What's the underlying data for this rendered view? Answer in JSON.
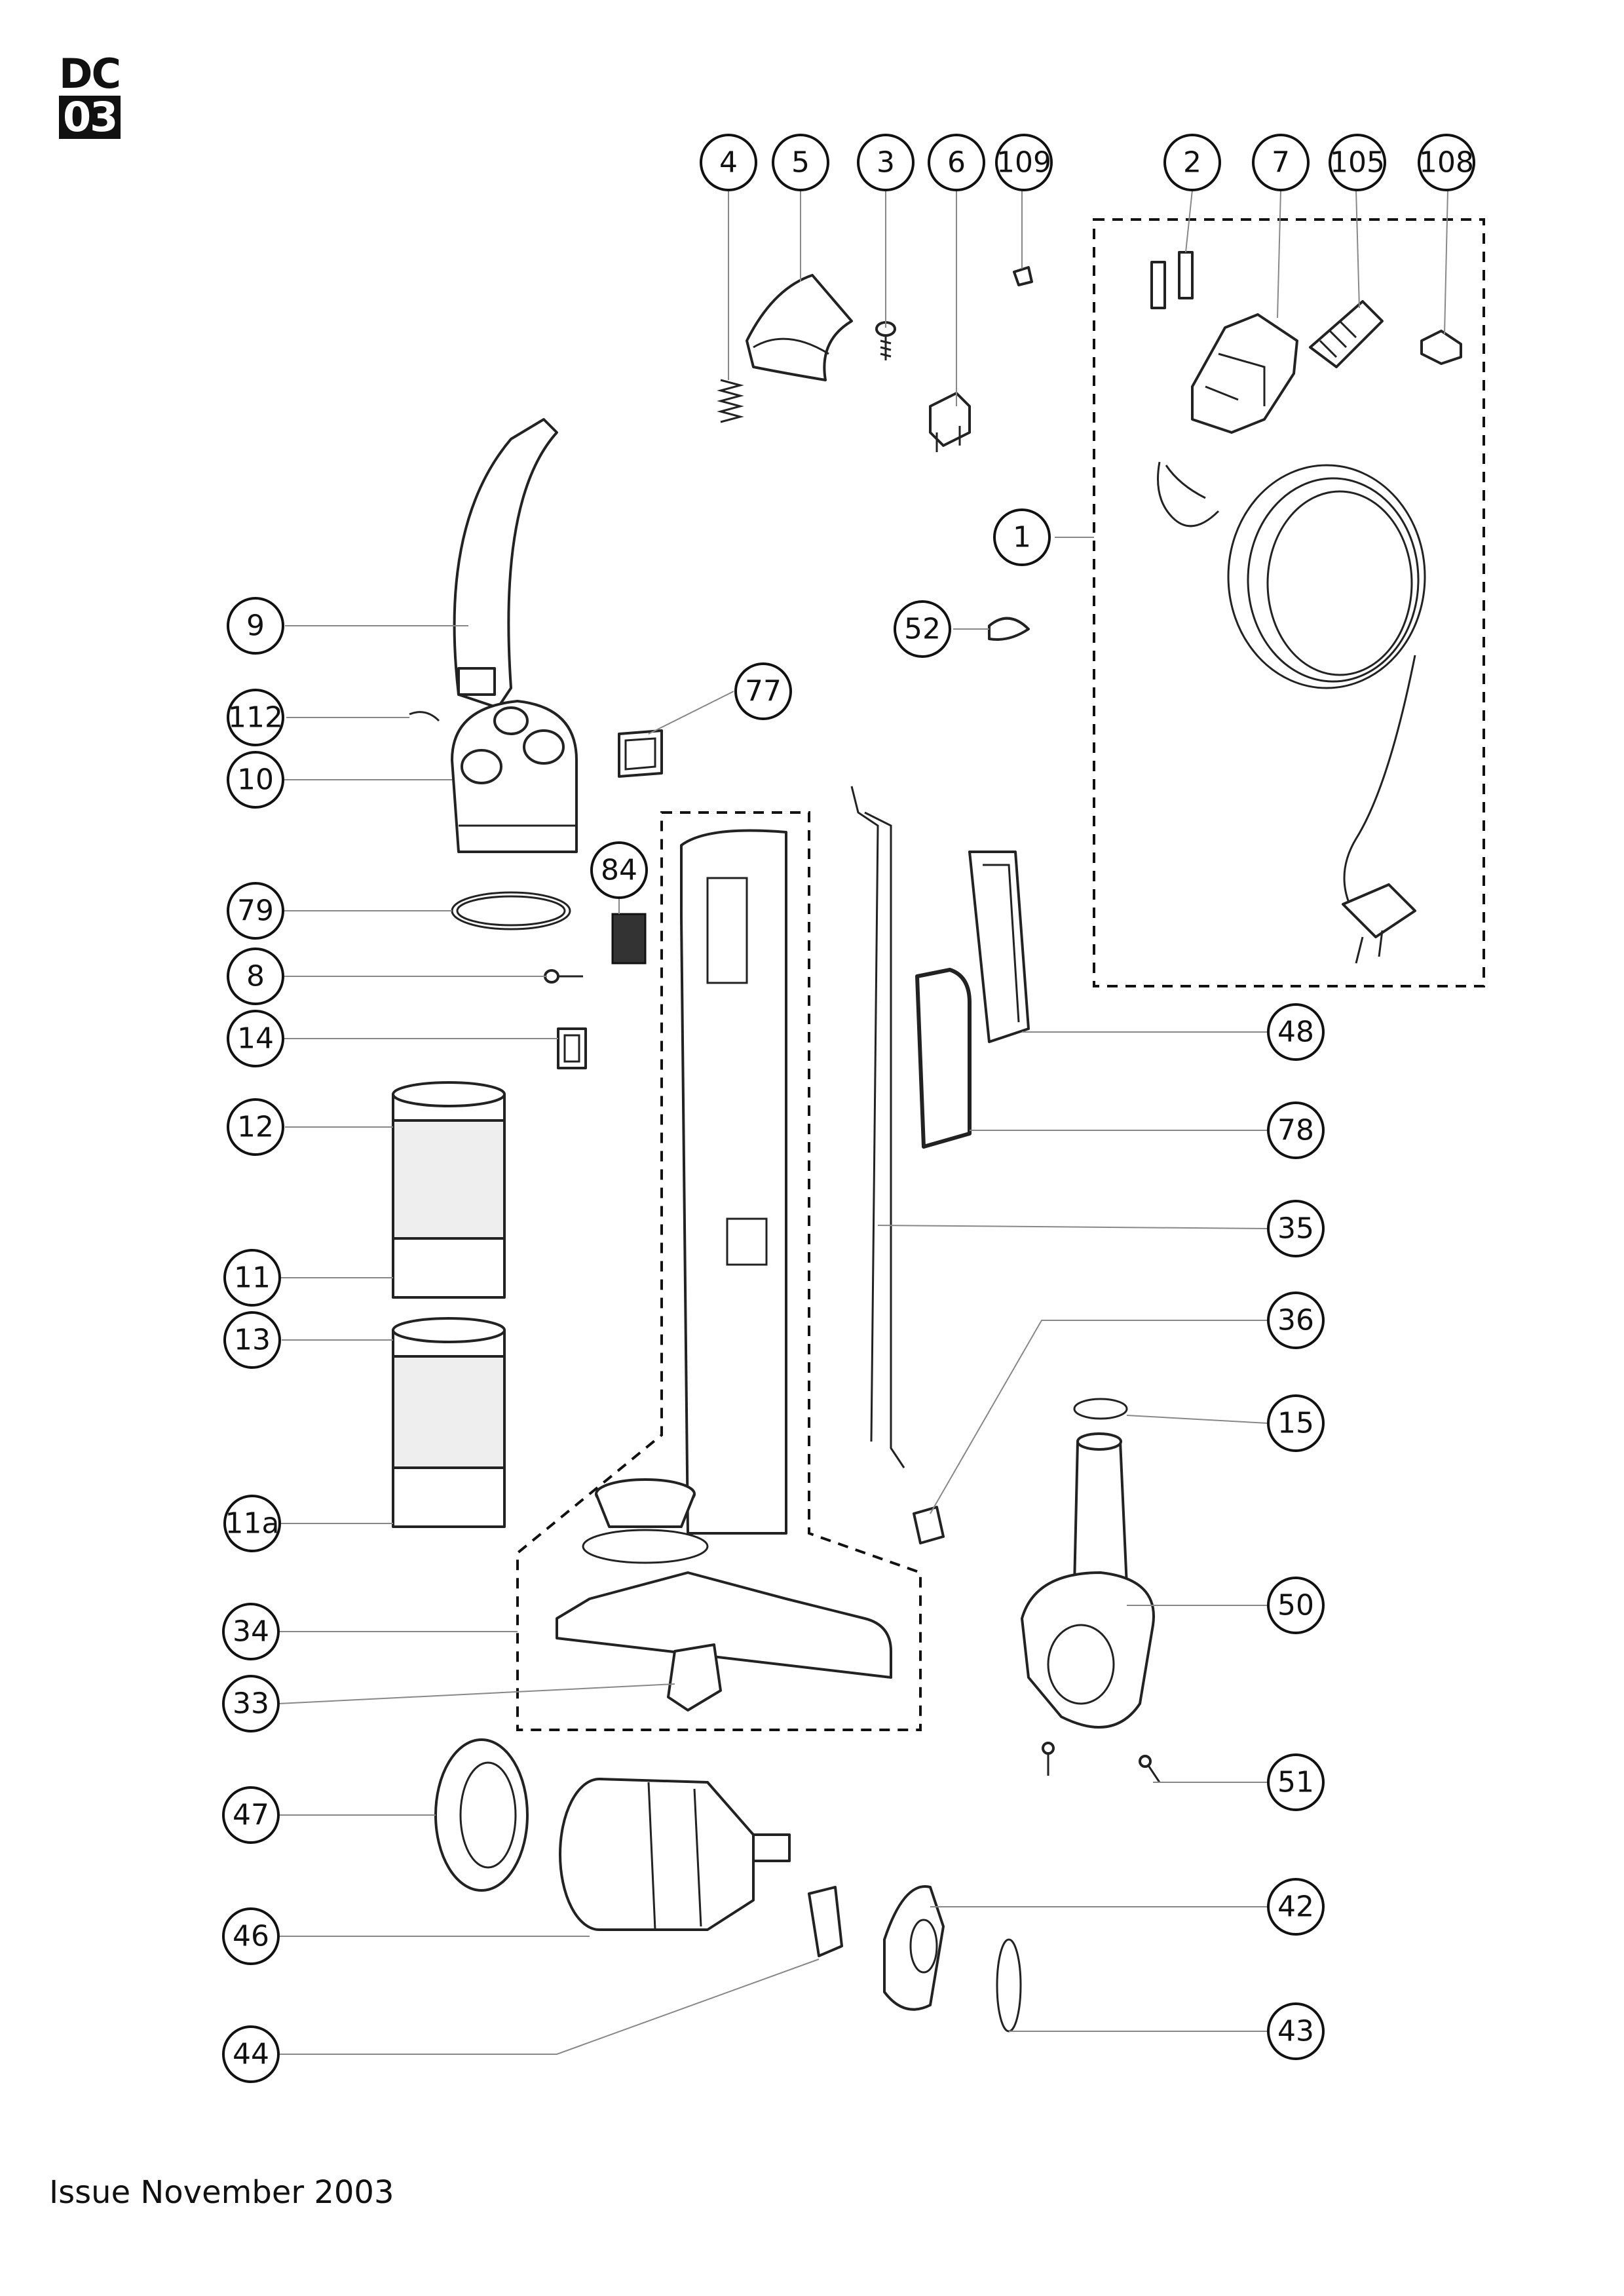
{
  "logo": {
    "line1": "DC",
    "line2": "03"
  },
  "footer": {
    "issue": "Issue November 2003"
  },
  "callouts": [
    {
      "label": "4"
    },
    {
      "label": "5"
    },
    {
      "label": "3"
    },
    {
      "label": "6"
    },
    {
      "label": "109"
    },
    {
      "label": "2"
    },
    {
      "label": "7"
    },
    {
      "label": "105"
    },
    {
      "label": "108"
    },
    {
      "label": "1"
    },
    {
      "label": "52"
    },
    {
      "label": "9"
    },
    {
      "label": "112"
    },
    {
      "label": "10"
    },
    {
      "label": "77"
    },
    {
      "label": "84"
    },
    {
      "label": "79"
    },
    {
      "label": "8"
    },
    {
      "label": "14"
    },
    {
      "label": "48"
    },
    {
      "label": "12"
    },
    {
      "label": "78"
    },
    {
      "label": "11"
    },
    {
      "label": "35"
    },
    {
      "label": "13"
    },
    {
      "label": "36"
    },
    {
      "label": "15"
    },
    {
      "label": "11a"
    },
    {
      "label": "50"
    },
    {
      "label": "34"
    },
    {
      "label": "33"
    },
    {
      "label": "51"
    },
    {
      "label": "47"
    },
    {
      "label": "42"
    },
    {
      "label": "46"
    },
    {
      "label": "43"
    },
    {
      "label": "44"
    }
  ]
}
